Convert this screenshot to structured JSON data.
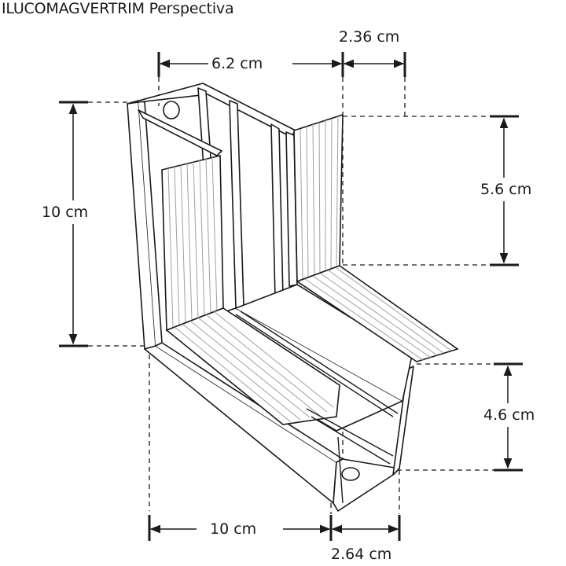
{
  "title": "ILUCOMAGVERTRIM Perspectiva",
  "colors": {
    "line": "#1a1a1a",
    "hatch": "#a0a0a0",
    "dash": "#333333",
    "background": "#ffffff"
  },
  "dimensions": {
    "top_width": {
      "label": "6.2 cm"
    },
    "top_flange": {
      "label": "2.36 cm"
    },
    "left_height": {
      "label": "10 cm"
    },
    "right_upper_height": {
      "label": "5.6 cm"
    },
    "right_lower_height": {
      "label": "4.6 cm"
    },
    "bottom_length": {
      "label": "10 cm"
    },
    "bottom_flange": {
      "label": "2.64 cm"
    }
  }
}
